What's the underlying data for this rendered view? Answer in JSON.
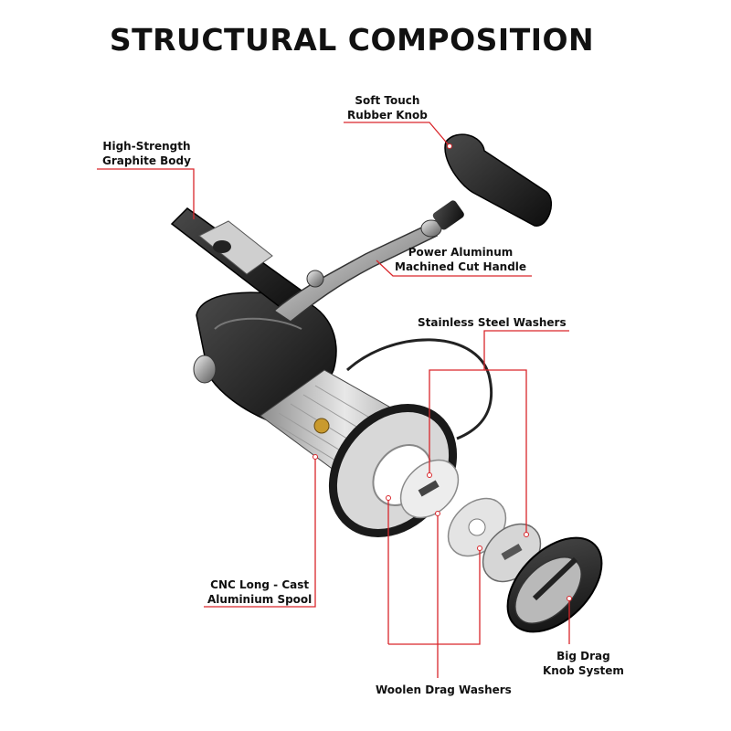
{
  "title": "STRUCTURAL COMPOSITION",
  "product": "fishing-reel",
  "accent_color": "#d9262b",
  "labels": {
    "knob": [
      "Soft Touch",
      "Rubber Knob"
    ],
    "body": [
      "High-Strength",
      "Graphite Body"
    ],
    "handle": [
      "Power Aluminum",
      "Machined Cut Handle"
    ],
    "washers": [
      "Stainless Steel Washers"
    ],
    "spool": [
      "CNC Long - Cast",
      "Aluminium Spool"
    ],
    "drag_knob": [
      "Big Drag",
      "Knob System"
    ],
    "drag_washers": [
      "Woolen Drag Washers"
    ]
  }
}
